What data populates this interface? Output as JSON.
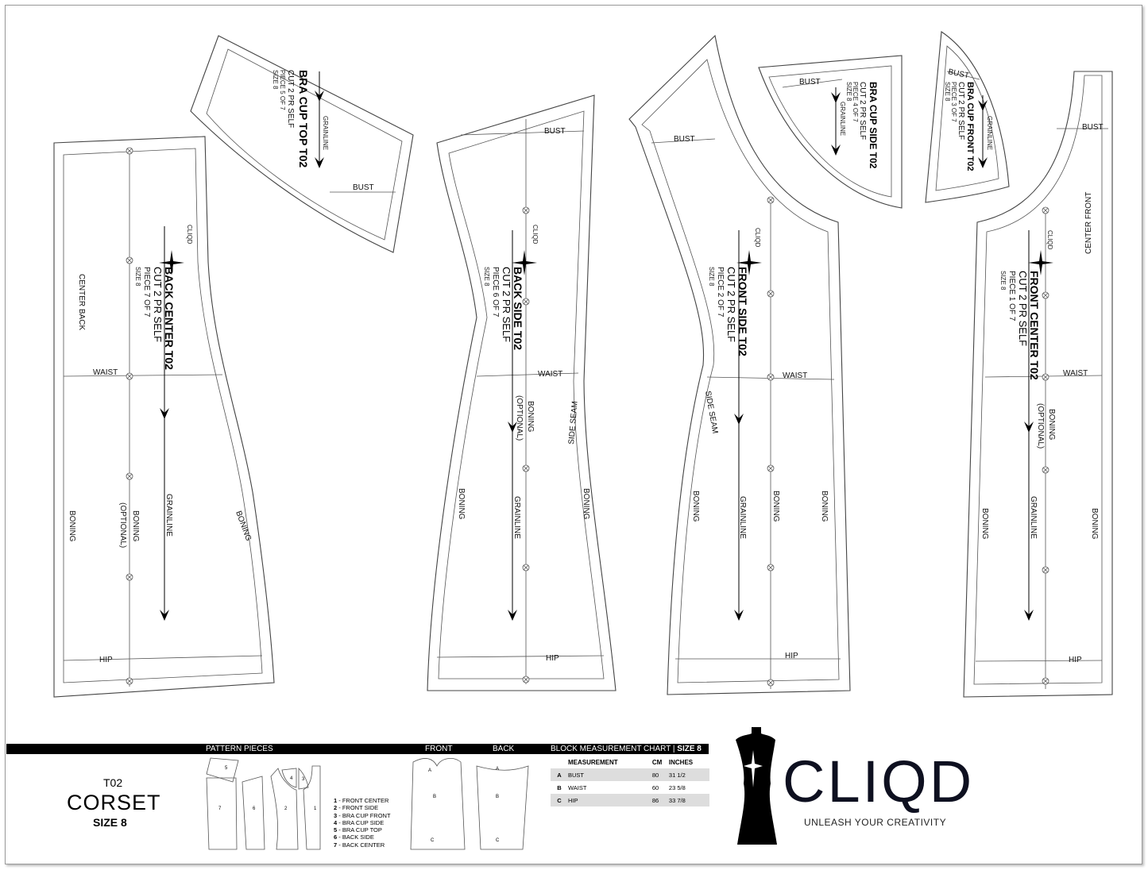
{
  "pieces": [
    {
      "title": "FRONT CENTER T02",
      "cut": "CUT 2 PR SELF",
      "piece": "PIECE 1 OF 7",
      "size": "SIZE 8"
    },
    {
      "title": "FRONT SIDE T02",
      "cut": "CUT 2 PR SELF",
      "piece": "PIECE 2 OF 7",
      "size": "SIZE 8"
    },
    {
      "title": "BRA CUP FRONT T02",
      "cut": "CUT 2 PR SELF",
      "piece": "PIECE 3 OF 7",
      "size": "SIZE 8"
    },
    {
      "title": "BRA CUP SIDE T02",
      "cut": "CUT 2 PR SELF",
      "piece": "PIECE 4 OF 7",
      "size": "SIZE 8"
    },
    {
      "title": "BRA CUP TOP T02",
      "cut": "CUT 2 PR SELF",
      "piece": "PIECE 5 OF 7",
      "size": "SIZE 8"
    },
    {
      "title": "BACK SIDE T02",
      "cut": "CUT 2 PR SELF",
      "piece": "PIECE 6 OF 7",
      "size": "SIZE 8"
    },
    {
      "title": "BACK CENTER T02",
      "cut": "CUT 2 PR SELF",
      "piece": "PIECE 7 OF 7",
      "size": "SIZE 8"
    }
  ],
  "marks": {
    "bust": "BUST",
    "waist": "WAIST",
    "hip": "HIP",
    "grainline": "GRAINLINE",
    "boning": "BONING",
    "boning_opt1": "BONING",
    "boning_opt2": "(OPTIONAL)",
    "center_back": "CENTER BACK",
    "center_front": "CENTER FRONT",
    "side_seam": "SIDE SEAM",
    "brand_mark": "CLIQD"
  },
  "footer": {
    "pattern_pieces_heading": "PATTERN PIECES",
    "front_heading": "FRONT",
    "back_heading": "BACK",
    "style_code": "T02",
    "style_name": "CORSET",
    "size": "SIZE 8",
    "piece_list": [
      {
        "n": "1",
        "name": " - FRONT CENTER"
      },
      {
        "n": "2",
        "name": " - FRONT SIDE"
      },
      {
        "n": "3",
        "name": " - BRA CUP FRONT"
      },
      {
        "n": "4",
        "name": " - BRA CUP SIDE"
      },
      {
        "n": "5",
        "name": " - BRA CUP TOP"
      },
      {
        "n": "6",
        "name": " - BACK SIDE"
      },
      {
        "n": "7",
        "name": " - BACK CENTER"
      }
    ],
    "thumb_numbers": [
      "1",
      "2",
      "3",
      "4",
      "5",
      "6",
      "7"
    ],
    "thumb_letters": [
      "A",
      "B",
      "C"
    ],
    "chart_title": "BLOCK MEASUREMENT CHART | ",
    "chart_size": "SIZE 8",
    "chart_headers": [
      "MEASUREMENT",
      "CM",
      "INCHES"
    ],
    "chart_rows": [
      {
        "key": "A",
        "name": "BUST",
        "cm": "80",
        "in": "31 1/2"
      },
      {
        "key": "B",
        "name": "WAIST",
        "cm": "60",
        "in": "23 5/8"
      },
      {
        "key": "C",
        "name": "HIP",
        "cm": "86",
        "in": "33 7/8"
      }
    ]
  },
  "brand": {
    "name": "CLIQD",
    "tagline": "UNLEASH YOUR CREATIVITY"
  }
}
